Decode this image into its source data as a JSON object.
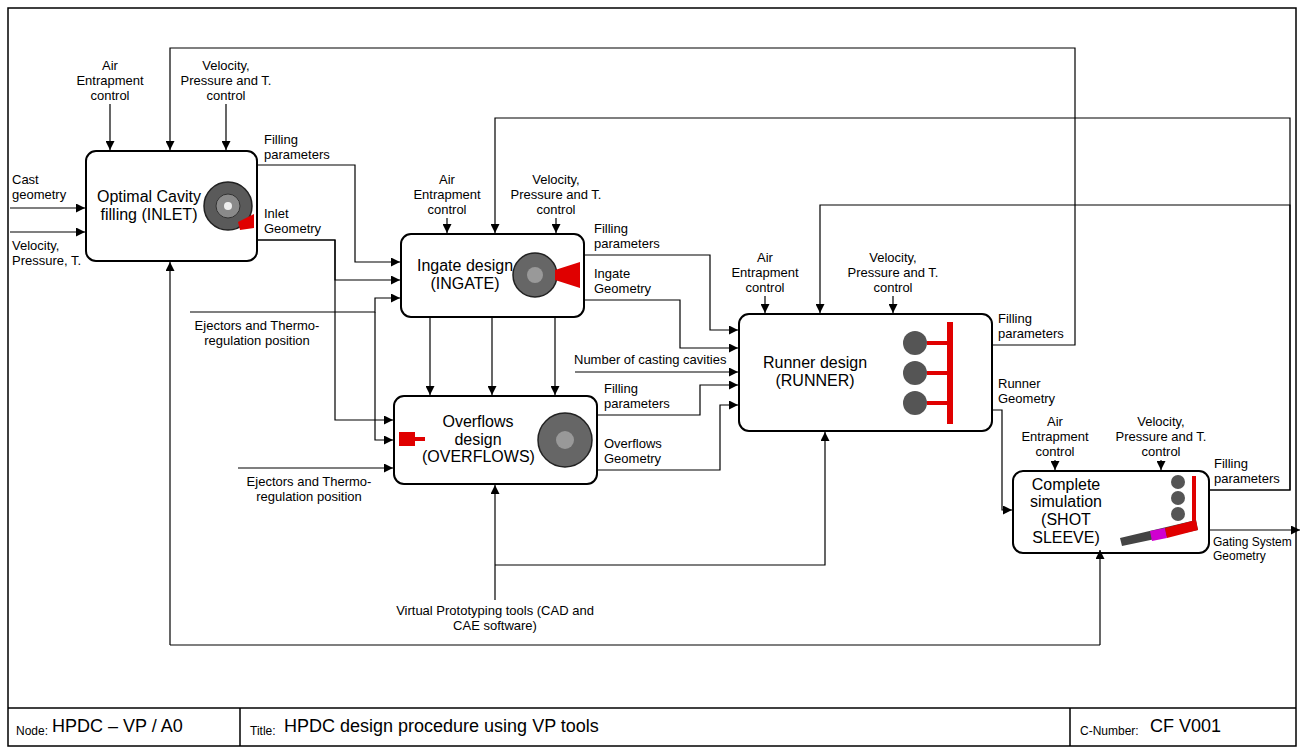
{
  "diagram": {
    "nodes": [
      {
        "text": [
          "Optimal Cavity filling (INLET)"
        ]
      },
      {
        "text": [
          "Ingate design (INGATE)"
        ]
      },
      {
        "text": [
          "Overflows design (OVERFLOWS)"
        ]
      },
      {
        "text": [
          "Runner design (RUNNER)"
        ]
      },
      {
        "text": [
          "Complete simulation (SHOT SLEEVE)"
        ]
      }
    ],
    "edges": [
      {
        "from": 0,
        "to": 1,
        "arrow": "to",
        "label": "Filling parameters"
      },
      {
        "from": 0,
        "to": 1,
        "arrow": "to",
        "label": "Inlet Geometry"
      },
      {
        "from": 0,
        "to": 2,
        "arrow": "to"
      },
      {
        "from": 1,
        "to": 2,
        "arrow": "to"
      },
      {
        "from": 1,
        "to": 2,
        "arrow": "to"
      },
      {
        "from": 1,
        "to": 2,
        "arrow": "to"
      },
      {
        "from": 1,
        "to": 3,
        "arrow": "to",
        "label": "Filling parameters"
      },
      {
        "from": 1,
        "to": 3,
        "arrow": "to",
        "label": "Ingate Geometry"
      },
      {
        "from": 2,
        "to": 3,
        "arrow": "to",
        "label": "Filling parameters"
      },
      {
        "from": 2,
        "to": 3,
        "arrow": "to",
        "label": "Overflows Geometry"
      },
      {
        "from": 3,
        "to": 4,
        "arrow": "to",
        "label": "Runner Geometry"
      },
      {
        "from": 3,
        "to": 0,
        "arrow": "to",
        "label": "Filling parameters"
      },
      {
        "from": 4,
        "to": 1,
        "arrow": "to",
        "label": "Filling parameters"
      },
      {
        "from": 4,
        "to": 3,
        "arrow": "to"
      }
    ],
    "labels": [
      "Air Entrapment control",
      "Velocity, Pressure and T. control",
      "Cast geometry",
      "Velocity, Pressure, T.",
      "Air Entrapment control",
      "Velocity, Pressure and T. control",
      "Ejectors and Thermo-regulation position",
      "Air Entrapment control",
      "Velocity, Pressure and T. control",
      "Number of casting cavities",
      "Ejectors and Thermo-regulation position",
      "Air Entrapment control",
      "Velocity, Pressure and T. control",
      "Gating System Geometry",
      "Virtual Prototyping tools (CAD and CAE software)",
      "Node:",
      "HPDC – VP / A0",
      "Title:",
      "HPDC design procedure using VP tools",
      "C-Number:",
      "CF V001"
    ]
  }
}
